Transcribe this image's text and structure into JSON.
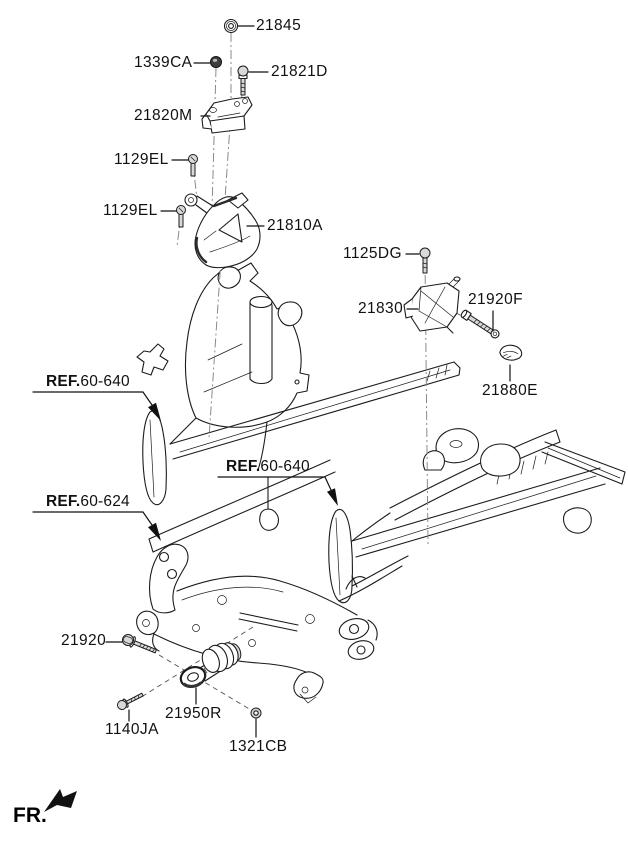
{
  "page": {
    "background": "#ffffff",
    "line_color": "#1c1c1c",
    "centerline_color": "#8a8a8a"
  },
  "direction_indicator": {
    "label": "FR."
  },
  "callouts": {
    "part_21845": "21845",
    "part_1339CA": "1339CA",
    "part_21821D": "21821D",
    "part_21820M": "21820M",
    "part_1129EL_upper": "1129EL",
    "part_1129EL_lower": "1129EL",
    "part_21810A": "21810A",
    "part_1125DG": "1125DG",
    "part_21830": "21830",
    "part_21920F": "21920F",
    "part_21880E": "21880E",
    "part_21920": "21920",
    "part_1140JA": "1140JA",
    "part_21950R": "21950R",
    "part_1321CB": "1321CB"
  },
  "references": {
    "prefix": "REF.",
    "ref_side_member_left": "60-640",
    "ref_side_member_right": "60-640",
    "ref_crossmember": "60-624"
  }
}
